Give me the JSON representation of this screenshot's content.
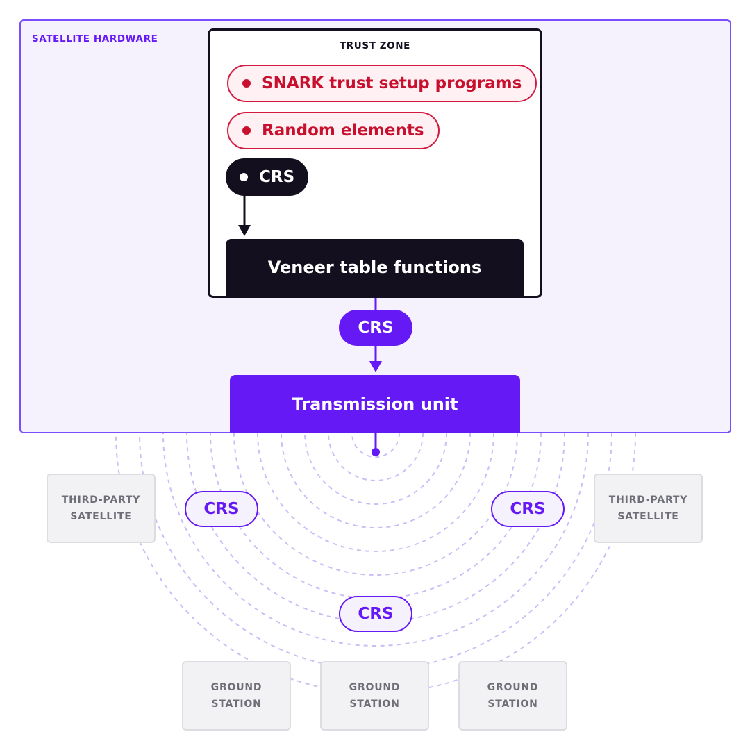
{
  "hardware": {
    "label": "SATELLITE HARDWARE"
  },
  "trust_zone": {
    "label": "TRUST ZONE",
    "items": [
      {
        "label": "SNARK trust setup programs",
        "style": "red"
      },
      {
        "label": "Random elements",
        "style": "red"
      },
      {
        "label": "CRS",
        "style": "dark"
      }
    ],
    "veneer_label": "Veneer table functions"
  },
  "transfer_crs": "CRS",
  "transmission_label": "Transmission unit",
  "broadcast_crs": [
    "CRS",
    "CRS",
    "CRS"
  ],
  "third_party": [
    {
      "line1": "THIRD-PARTY",
      "line2": "SATELLITE"
    },
    {
      "line1": "THIRD-PARTY",
      "line2": "SATELLITE"
    }
  ],
  "ground_stations": [
    {
      "line1": "GROUND",
      "line2": "STATION"
    },
    {
      "line1": "GROUND",
      "line2": "STATION"
    },
    {
      "line1": "GROUND",
      "line2": "STATION"
    }
  ],
  "colors": {
    "purple": "#6519f5",
    "dark": "#130f1f",
    "red": "#c8102e",
    "lavender": "#f5f2fd",
    "wave": "#cdbdf7"
  }
}
